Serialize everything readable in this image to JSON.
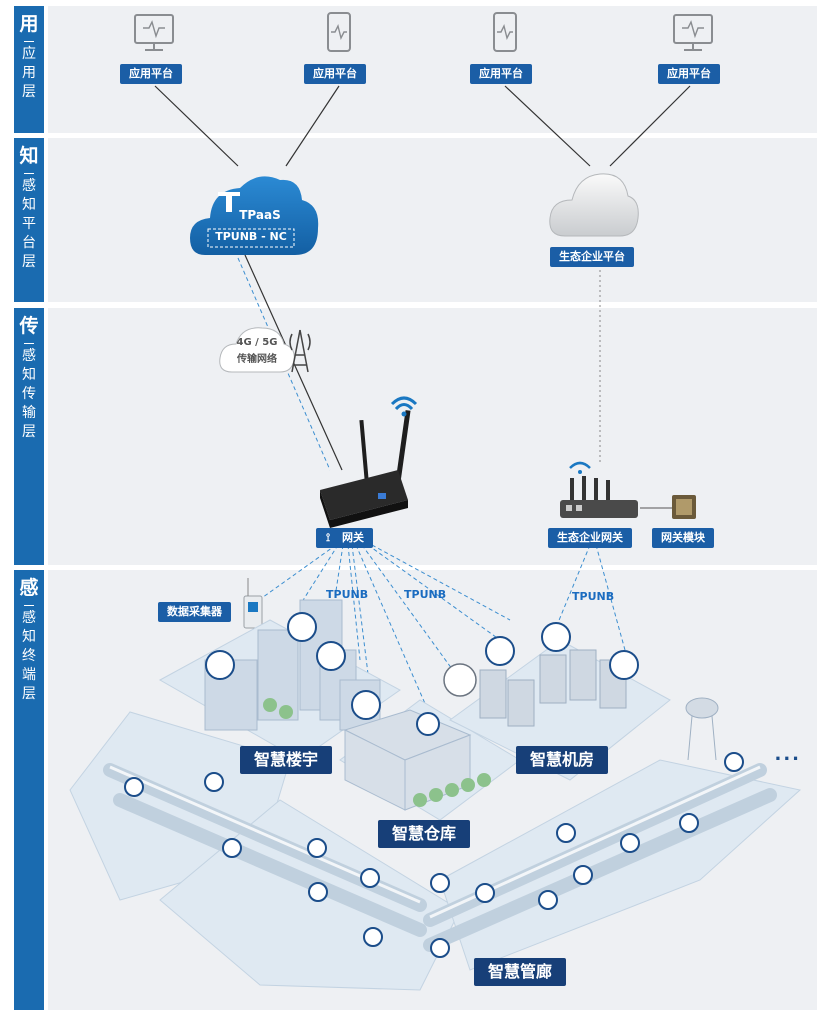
{
  "layers": [
    {
      "big": "用",
      "rest": "应用层"
    },
    {
      "big": "知",
      "rest": "感知平台层"
    },
    {
      "big": "传",
      "rest": "感知传输层"
    },
    {
      "big": "感",
      "rest": "感知终端层"
    }
  ],
  "app_platforms": [
    "应用平台",
    "应用平台",
    "应用平台",
    "应用平台"
  ],
  "tpaas_cloud": {
    "title": "TPaaS",
    "subtitle": "TPUNB - NC"
  },
  "eco_platform_label": "生态企业平台",
  "cellular": {
    "line1": "4G / 5G",
    "line2": "传输网络"
  },
  "gateway_label": "网关",
  "eco_gateway_label": "生态企业网关",
  "gateway_module_label": "网关模块",
  "tpunb_labels": [
    "TPUNB",
    "TPUNB",
    "TPUNB"
  ],
  "data_collector_label": "数据采集器",
  "scenes": {
    "building": "智慧楼宇",
    "server_room": "智慧机房",
    "warehouse": "智慧仓库",
    "pipe_gallery": "智慧管廊"
  },
  "more": "...",
  "colors": {
    "brand": "#1b5ea6",
    "rail": "#1a6bb0",
    "cloud_blue": "#1a78c2",
    "scene_label": "#173f78"
  }
}
